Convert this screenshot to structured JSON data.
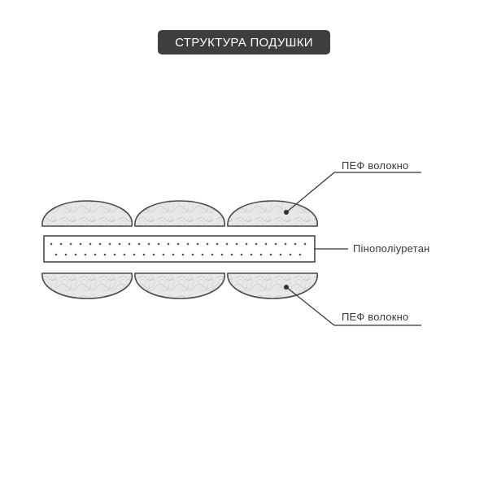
{
  "title": "СТРУКТУРА ПОДУШКИ",
  "labels": {
    "top_layer": "ПЕФ волокно",
    "middle_layer": "Пінополіуретан",
    "bottom_layer": "ПЕФ волокно"
  },
  "colors": {
    "badge_background": "#3e3e3e",
    "badge_text": "#ffffff",
    "outline": "#4a4a4a",
    "fiber_fill": "#e6e6e6",
    "label_text": "#3a3a3a"
  }
}
